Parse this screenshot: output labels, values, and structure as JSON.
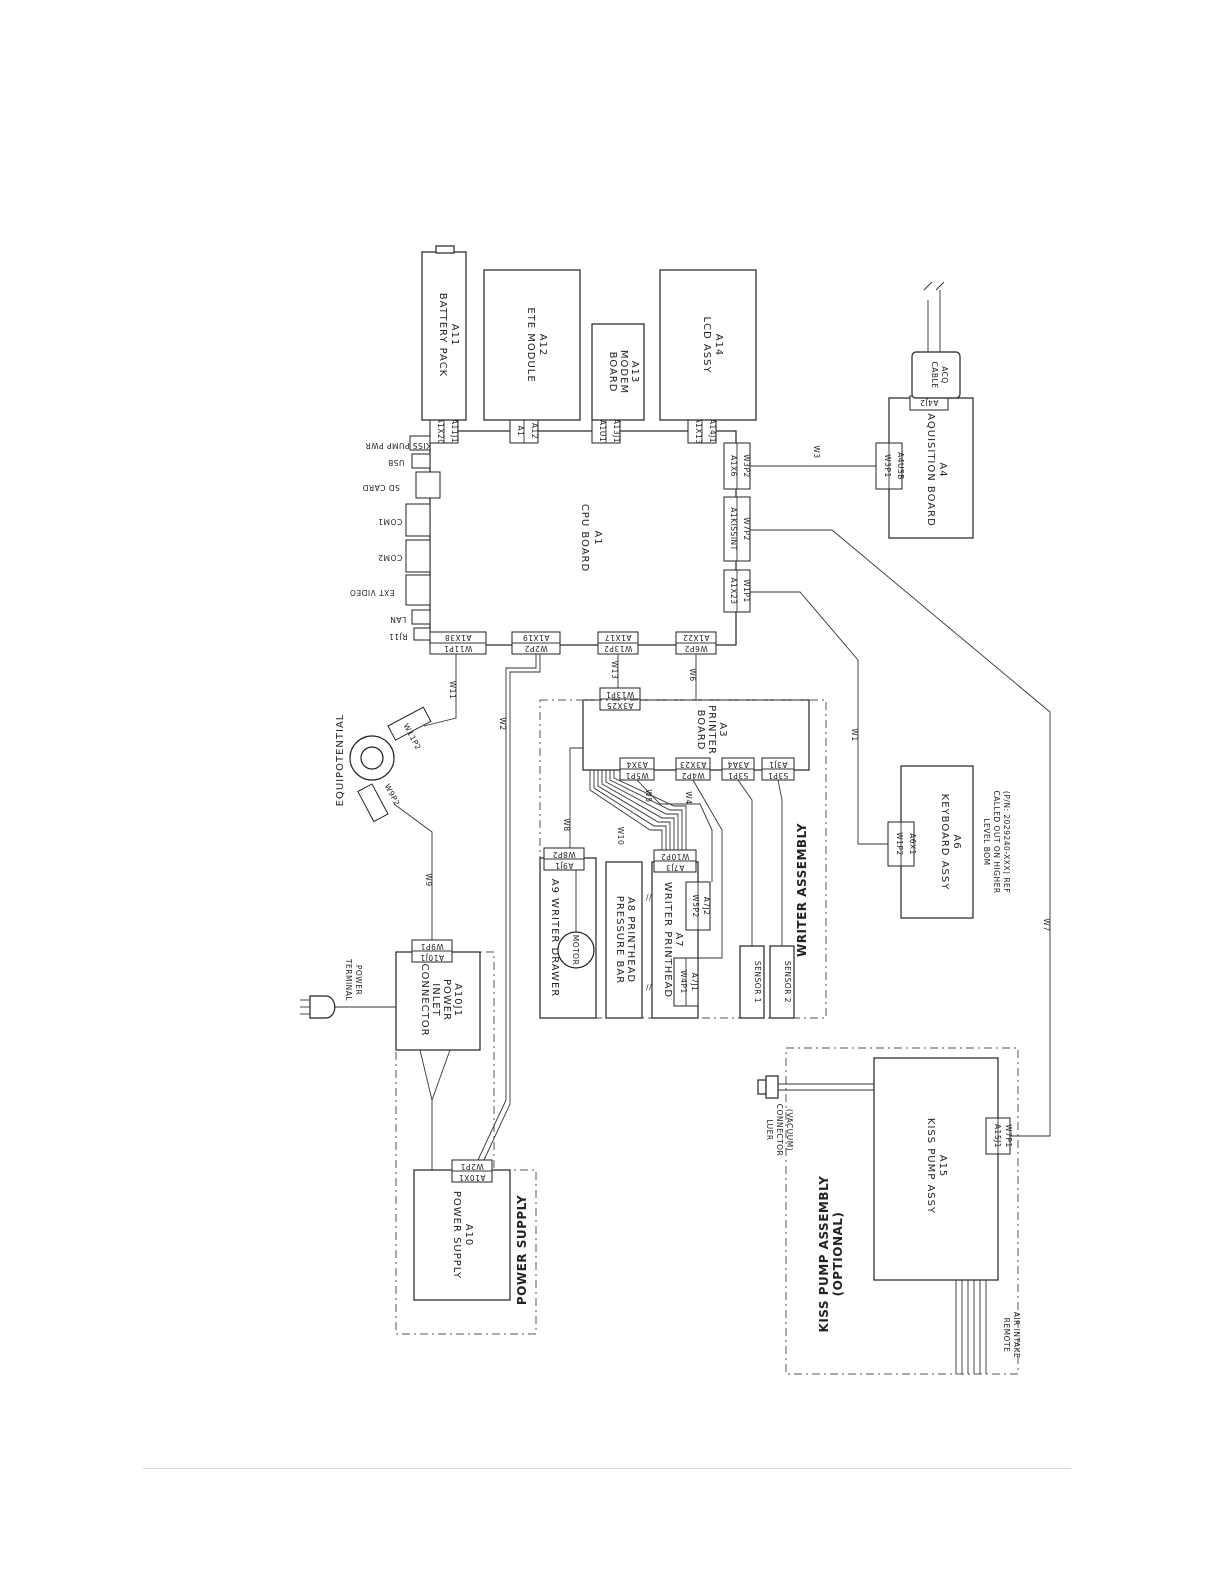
{
  "assemblies": {
    "a11": [
      "A11",
      "BATTERY PACK"
    ],
    "a12": [
      "A12",
      "ETE MODULE"
    ],
    "a13": [
      "A13",
      "MODEM",
      "BOARD"
    ],
    "a14": [
      "A14",
      "LCD ASSY"
    ],
    "a1": [
      "A1",
      "CPU BOARD"
    ],
    "a4": [
      "A4",
      "AQUISITION BOARD"
    ],
    "acq": [
      "ACQ",
      "CABLE"
    ],
    "a3": [
      "A3",
      "PRINTER",
      "BOARD"
    ],
    "a6": [
      "A6",
      "KEYBOARD ASSY"
    ],
    "a6_note": [
      "(P/N: 2029240-XXX) REF",
      "CALLED OUT ON HIGHER",
      "LEVEL BOM"
    ],
    "a9": [
      "A9 WRITER DRAWER"
    ],
    "motor": "MOTOR",
    "a8": [
      "A8 PRINTHEAD",
      "PRESSURE BAR"
    ],
    "a7": [
      "A7",
      "WRITER PRINTHEAD"
    ],
    "sensor1": "SENSOR 1",
    "sensor2": "SENSOR 2",
    "a10j1": [
      "A10J1",
      "POWER",
      "INLET",
      "CONNECTOR"
    ],
    "a10": [
      "A10",
      "POWER SUPPLY"
    ],
    "a15": [
      "A15",
      "KISS PUMP ASSY"
    ]
  },
  "group_labels": {
    "writer": "WRITER ASSEMBLY",
    "power": "POWER SUPPLY",
    "kiss": [
      "KISS PUMP ASSEMBLY",
      "(OPTIONAL)"
    ]
  },
  "callouts": {
    "equipotential": "EQUIPOTENTIAL",
    "power_terminal": [
      "POWER",
      "TERMINAL"
    ],
    "luer": [
      "LUER",
      "CONNECTOR",
      "(VACUUM)"
    ],
    "remote_air": [
      "REMOTE",
      "AIR INTAKE"
    ]
  },
  "ports": {
    "kiss_pump_pwr": "KISS PUMP PWR",
    "usb": "USB",
    "sd_card": "SD CARD",
    "com1": "COM1",
    "com2": "COM2",
    "ext_video": "EXT VIDEO",
    "lan": "LAN",
    "rj11": "RJ11"
  },
  "connectors": {
    "a11j1": "A11J1",
    "a1x20": "A1X20",
    "a12_top": "A12",
    "a12_bottom": "A1",
    "a13j1": "A13J1",
    "a1u1": "A1U1",
    "a14j1": "A14J1",
    "a1x13": "A1X13",
    "a1x6": "A1X6",
    "w3p2": "W3P2",
    "a1kissint": "A1KISSINT",
    "w7p2": "W7P2",
    "a1x23": "A1X23",
    "w1p1": "W1P1",
    "a1x38": "A1X38",
    "w11p1": "W11P1",
    "a1x19": "A1X19",
    "w2p2": "W2P2",
    "a1x17": "A1X17",
    "w13p2": "W13P2",
    "a1x22": "A1X22",
    "w6p2": "W6P2",
    "w3p1": "W3P1",
    "a4usb": "A4USB",
    "a4j2": "A4J2",
    "w13p1": "W13P1",
    "a3x25": "A3X25",
    "a3x4": "A3X4",
    "w5p1": "W5P1",
    "a3x23": "A3X23",
    "w4p2": "W4P2",
    "a3a4": "A3A4",
    "s3p1": "S3P1",
    "a3j1": "A3J1",
    "s3p1b": "S3P1",
    "w1p2": "W1P2",
    "a6x1": "A6X1",
    "w8p2": "W8P2",
    "a9j1": "A9J1",
    "w10p2": "W10P2",
    "a7j3": "A7J3",
    "a7j2": "A7J2",
    "w5p2": "W5P2",
    "a7j1": "A7J1",
    "w4p1": "W4P1",
    "w11p2": "W11P2",
    "w9p2": "W9P2",
    "w9p1": "W9P1",
    "a10j1c": "A10J1",
    "a10x1": "A10X1",
    "w2p1": "W2P1",
    "a15j1": "A15J1",
    "w7p1": "W7P1"
  },
  "wires": {
    "w1": "W1",
    "w2": "W2",
    "w3": "W3",
    "w4": "W4",
    "w5": "W5",
    "w6": "W6",
    "w7": "W7",
    "w8": "W8",
    "w9": "W9",
    "w10": "W10",
    "w11": "W11",
    "w13": "W13"
  }
}
